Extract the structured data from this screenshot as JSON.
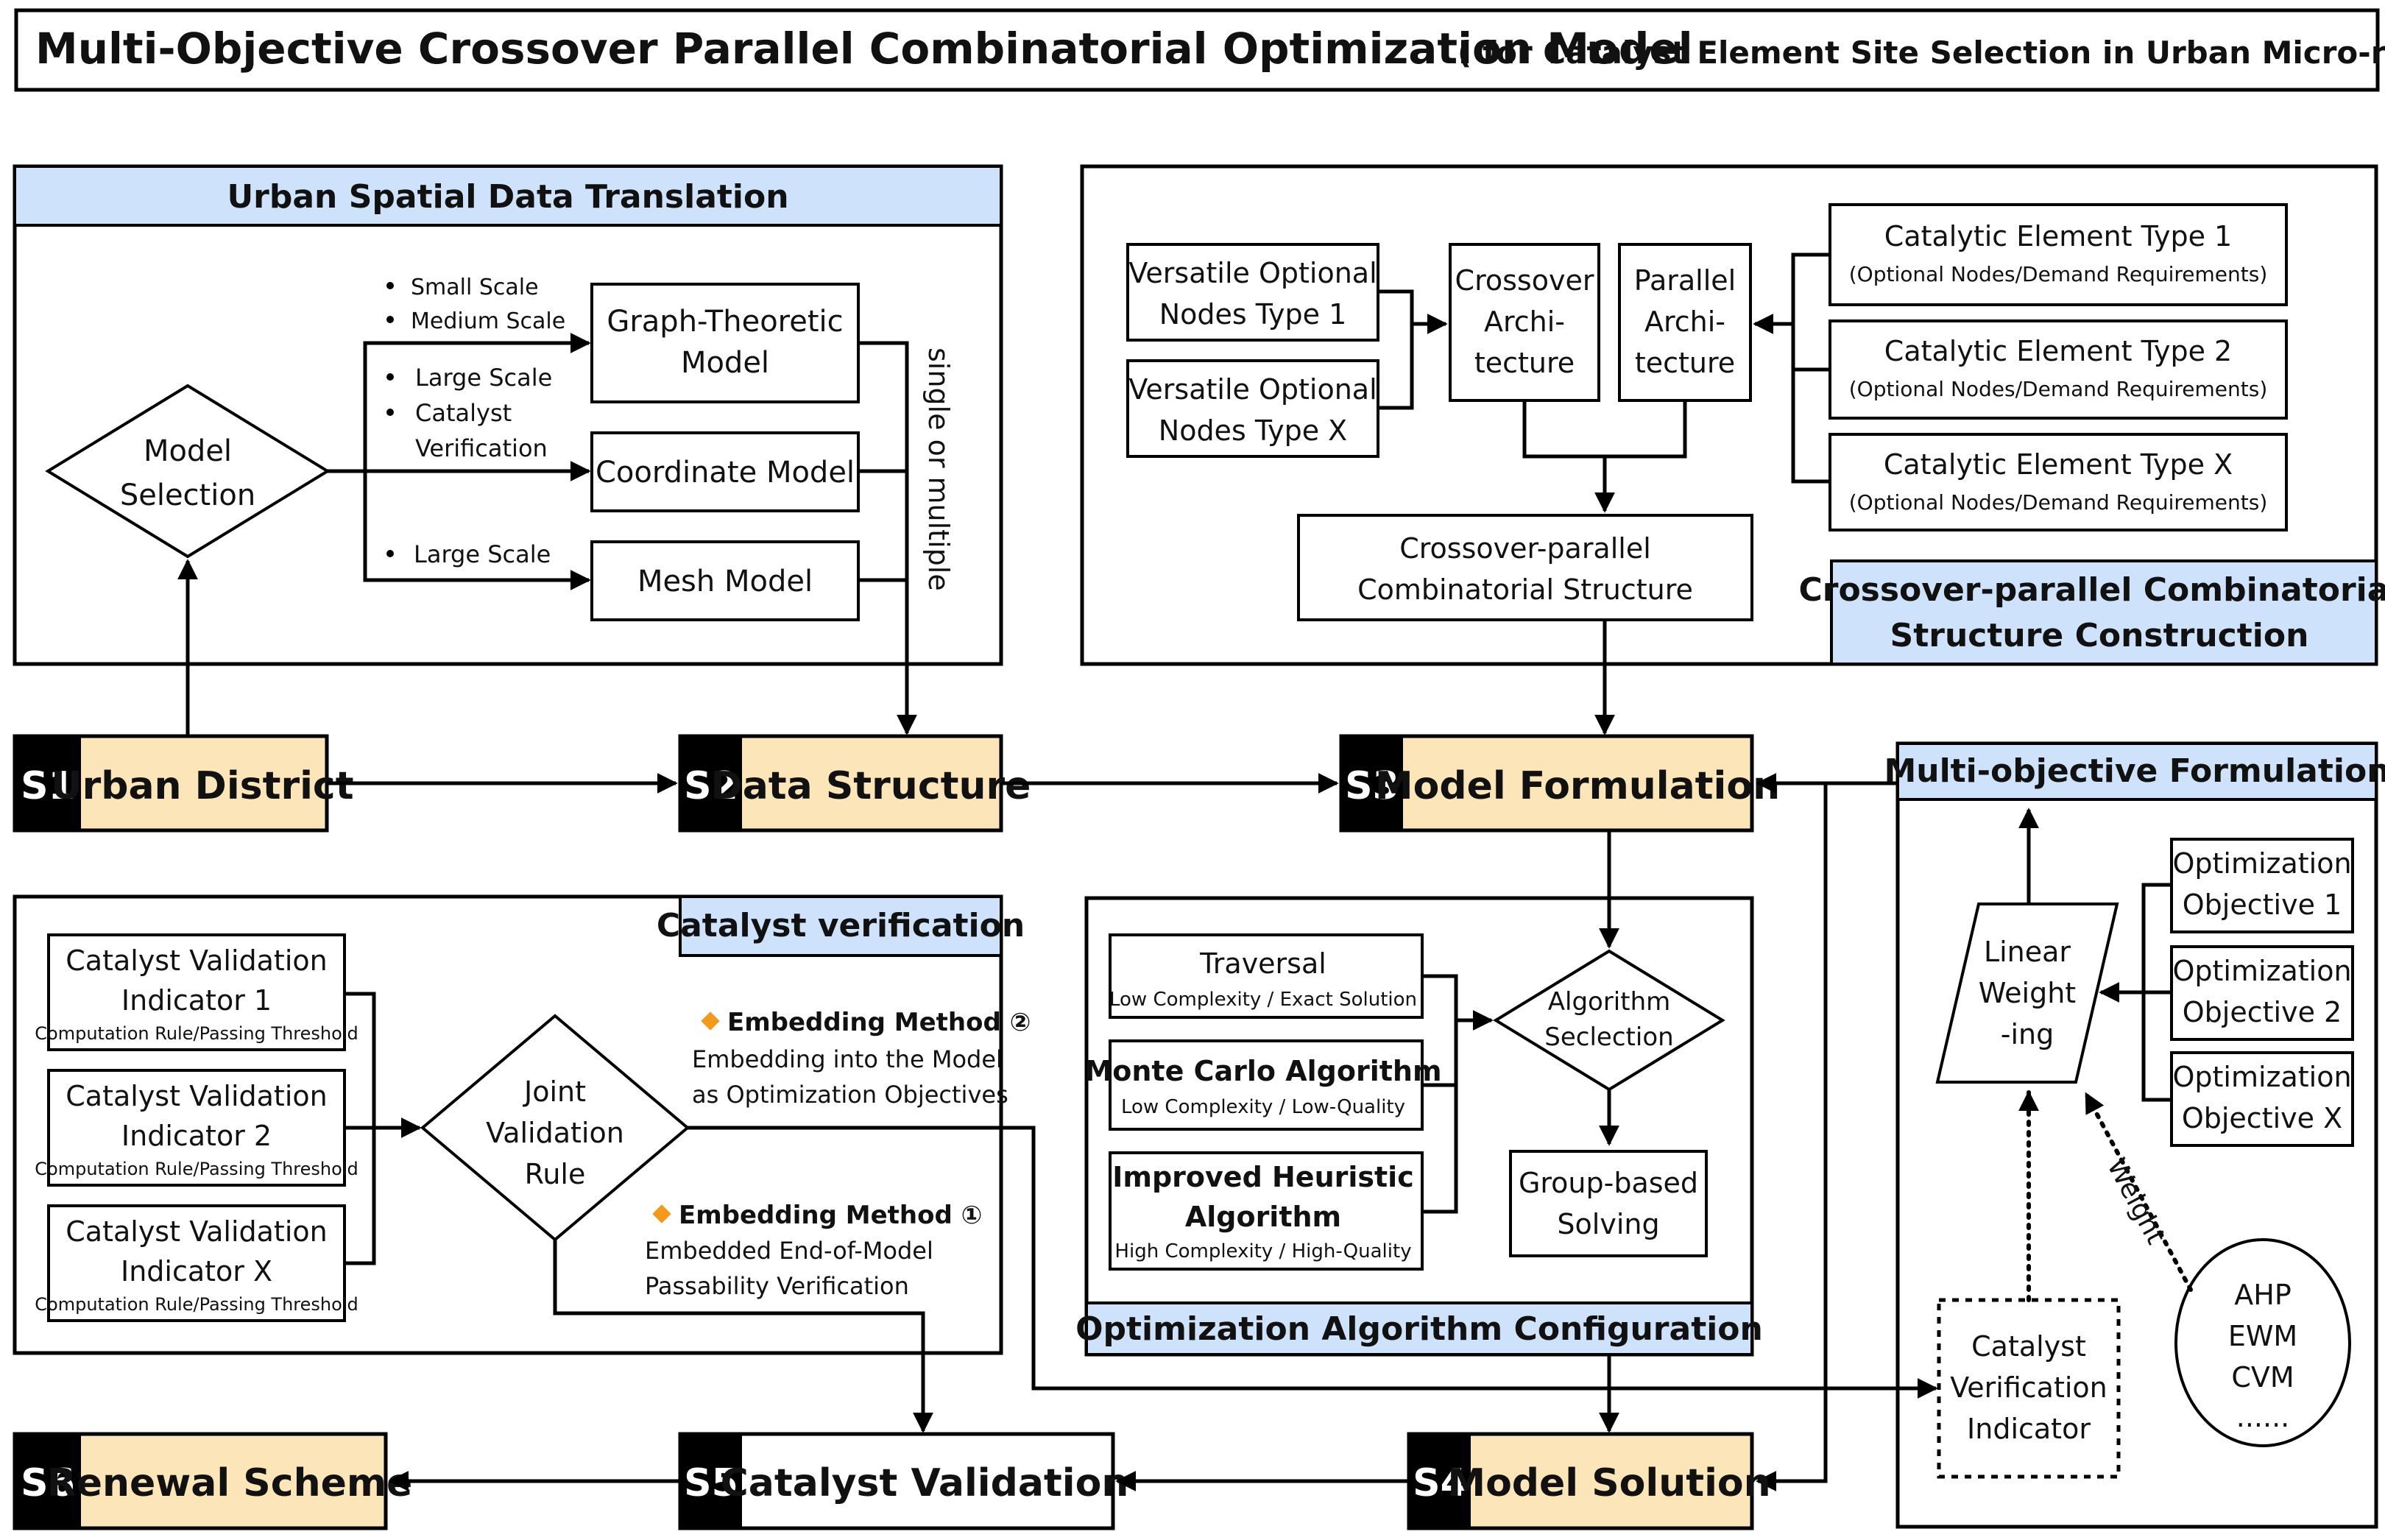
{
  "title": {
    "main": "Multi-Objective Crossover Parallel Combinatorial Optimization Model",
    "sub": "( for Catalyst Element Site Selection in Urban Micro-renewal )"
  },
  "sections": {
    "urban_spatial": "Urban Spatial Data Translation",
    "crossover_parallel": [
      "Crossover-parallel Combinatorial",
      "Structure Construction"
    ],
    "catalyst_verification": "Catalyst verification",
    "optimization_algorithm": "Optimization Algorithm Configuration",
    "multi_objective": "Multi-objective Formulation"
  },
  "steps": {
    "s1": {
      "num": "S1",
      "label": "Urban District"
    },
    "s2": {
      "num": "S2",
      "label": "Data Structure"
    },
    "s3": {
      "num": "S3",
      "label": "Model Formulation"
    },
    "s4": {
      "num": "S4",
      "label": "Model Solution"
    },
    "s5": {
      "num": "S5",
      "label": "Catalyst Validation"
    },
    "s6": {
      "num": "S6",
      "label": "Renewal Scheme"
    }
  },
  "urban_spatial": {
    "model_selection": [
      "Model",
      "Selection"
    ],
    "bullets_graph_top": [
      "Small Scale",
      "Medium Scale"
    ],
    "bullets_coord": [
      "Large Scale",
      "Catalyst",
      "Verification"
    ],
    "bullets_mesh": [
      "Large Scale"
    ],
    "graph_model": [
      "Graph-Theoretic",
      "Model"
    ],
    "coordinate_model": "Coordinate Model",
    "mesh_model": "Mesh Model",
    "single_or_multiple": "single or multiple"
  },
  "crossover": {
    "versatile_1": [
      "Versatile Optional",
      "Nodes Type 1"
    ],
    "versatile_x": [
      "Versatile Optional",
      "Nodes Type X"
    ],
    "crossover_arch": [
      "Crossover",
      "Archi-",
      "tecture"
    ],
    "parallel_arch": [
      "Parallel",
      "Archi-",
      "tecture"
    ],
    "element_1": {
      "title": "Catalytic Element Type 1",
      "sub": "(Optional Nodes/Demand Requirements)"
    },
    "element_2": {
      "title": "Catalytic Element Type 2",
      "sub": "(Optional Nodes/Demand Requirements)"
    },
    "element_x": {
      "title": "Catalytic Element Type X",
      "sub": "(Optional Nodes/Demand Requirements)"
    },
    "combinatorial": [
      "Crossover-parallel",
      "Combinatorial Structure"
    ]
  },
  "catalyst": {
    "indicators": [
      {
        "title": [
          "Catalyst Validation",
          "Indicator 1"
        ],
        "sub": "Computation Rule/Passing Threshold"
      },
      {
        "title": [
          "Catalyst Validation",
          "Indicator 2"
        ],
        "sub": "Computation Rule/Passing Threshold"
      },
      {
        "title": [
          "Catalyst Validation",
          "Indicator X"
        ],
        "sub": "Computation Rule/Passing Threshold"
      }
    ],
    "joint_rule": [
      "Joint",
      "Validation",
      "Rule"
    ],
    "embedding_2": {
      "title": "Embedding Method ②",
      "lines": [
        "Embedding into the Model",
        "as Optimization Objectives"
      ]
    },
    "embedding_1": {
      "title": "Embedding Method ①",
      "lines": [
        "Embedded End-of-Model",
        "Passability Verification"
      ]
    },
    "diamond_color": "#f39a1e"
  },
  "algorithms": {
    "traversal": {
      "title": "Traversal",
      "sub": "Low Complexity / Exact Solution"
    },
    "monte_carlo": {
      "title": "Monte Carlo Algorithm",
      "sub": "Low Complexity / Low-Quality"
    },
    "heuristic": {
      "title": [
        "Improved Heuristic",
        "Algorithm"
      ],
      "sub": "High Complexity / High-Quality"
    },
    "selection": [
      "Algorithm",
      "Seclection"
    ],
    "group_solving": [
      "Group-based",
      "Solving"
    ]
  },
  "multi_objective": {
    "linear_weighting": [
      "Linear",
      "Weight",
      "-ing"
    ],
    "objectives": [
      [
        "Optimization",
        "Objective 1"
      ],
      [
        "Optimization",
        "Objective 2"
      ],
      [
        "Optimization",
        "Objective X"
      ]
    ],
    "catalyst_indicator": [
      "Catalyst",
      "Verification",
      "Indicator"
    ],
    "weight_label": "Weight",
    "methods": [
      "AHP",
      "EWM",
      "CVM",
      "......"
    ]
  },
  "colors": {
    "section_header": "#cfe2fb",
    "step_label": "#fce5b8",
    "step_number": "#000000"
  }
}
